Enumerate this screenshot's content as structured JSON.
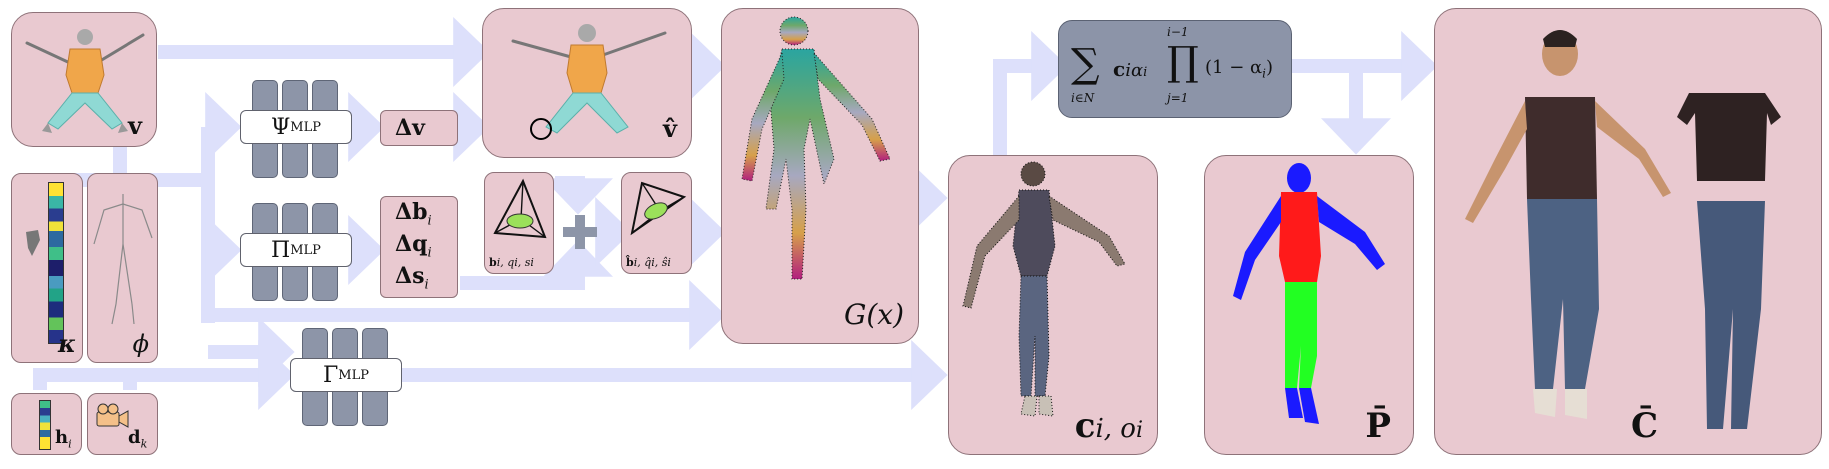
{
  "labels": {
    "v": "v",
    "v_hat": "v̂",
    "kappa": "κ",
    "phi": "ϕ",
    "h_i": "h",
    "h_sub": "i",
    "d_k": "d",
    "d_sub": "k",
    "delta_v": "Δv",
    "delta_b": "Δb",
    "delta_q": "Δq",
    "delta_s": "Δs",
    "delta_sub": "i",
    "bqs": "b",
    "bqs_rest": "i, q",
    "bqs_rest2": "i, s",
    "bqs_end": "i",
    "bqs_hat": "b̂",
    "bqs_hat_rest": "i, q̂",
    "bqs_hat_rest2": "i, ŝ",
    "bqs_hat_end": "i",
    "g_x": "G(x)",
    "c_o": "c",
    "c_o_mid": "i, o",
    "c_o_end": "i",
    "p_bar": "P̄",
    "c_bar": "C̄"
  },
  "mlp": {
    "psi": "Ψ",
    "pi": "Π",
    "gamma": "Γ",
    "subscript": "MLP"
  },
  "formula": {
    "sum": "∑",
    "sum_sub": "i∈N",
    "body": "c",
    "body2": "iα",
    "body3": "i",
    "prod": "∏",
    "prod_sup": "i−1",
    "prod_sub": "j=1",
    "tail": "(1 − α",
    "tail2": "i",
    "tail3": ")"
  },
  "colors": {
    "panel": "#e9c9d0",
    "arrow": "#dde0fb",
    "mlp_column": "#8d95a8",
    "formula_box": "#8c94a8",
    "shirt_orange": "#f0a64a",
    "pants_cyan": "#8fd9d4",
    "segment_red": "#ff1a1a",
    "segment_blue": "#1a1aff",
    "segment_green": "#22ff22",
    "ellipse_green": "#9be05a"
  }
}
